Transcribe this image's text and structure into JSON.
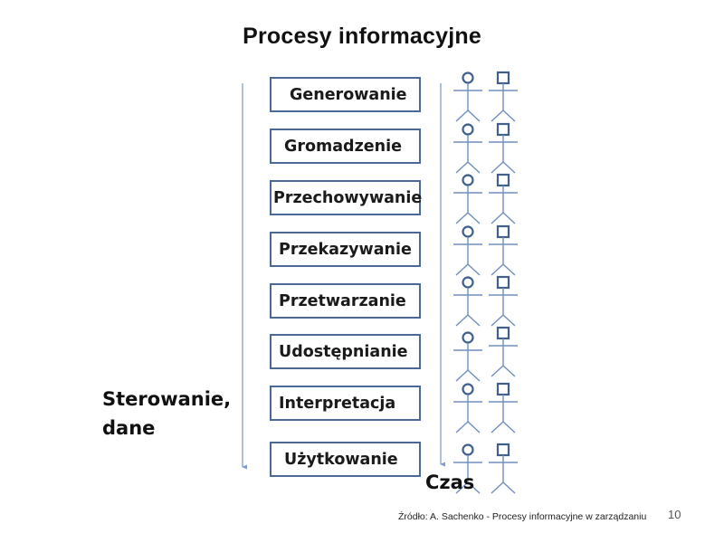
{
  "title": "Procesy informacyjne",
  "processes": [
    {
      "label": "Generowanie"
    },
    {
      "label": "Gromadzenie"
    },
    {
      "label": "Przechowywanie"
    },
    {
      "label": "Przekazywanie"
    },
    {
      "label": "Przetwarzanie"
    },
    {
      "label": "Udostępnianie"
    },
    {
      "label": "Interpretacja"
    },
    {
      "label": "Użytkowanie"
    }
  ],
  "left_axis_label": {
    "line1": "Sterowanie,",
    "line2": "dane"
  },
  "time_axis_label": "Czas",
  "actors": {
    "rows": 8,
    "columns": [
      "circle-head-actor",
      "square-head-actor"
    ]
  },
  "footer": {
    "source": "Źródło: A. Sachenko -  Procesy informacyjne w zarządzaniu",
    "page_number": "10"
  },
  "colors": {
    "box_border": "#4a6a95",
    "arrow": "#8fa8cc",
    "actor_stroke": "#6f8fbf",
    "actor_head": "#3f5f8c",
    "text": "#111111"
  }
}
